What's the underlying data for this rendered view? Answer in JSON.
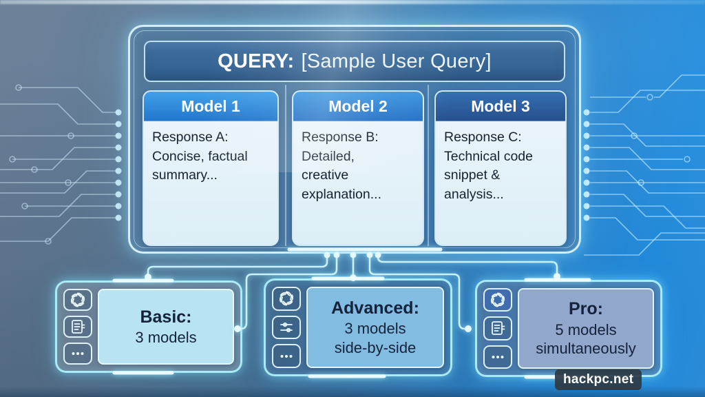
{
  "query": {
    "label": "QUERY:",
    "value": "[Sample User Query]"
  },
  "models": [
    {
      "name": "Model 1",
      "response": "Response A:\nConcise, factual\nsummary..."
    },
    {
      "name": "Model 2",
      "response": "Response B:\nDetailed,\ncreative\nexplanation..."
    },
    {
      "name": "Model 3",
      "response": "Response C:\nTechnical code\nsnippet &\nanalysis..."
    }
  ],
  "tiers": [
    {
      "title": "Basic:",
      "body": "3 models",
      "icons": [
        "openai-logo",
        "document",
        "ellipsis"
      ]
    },
    {
      "title": "Advanced:",
      "body": "3 models\nside-by-side",
      "icons": [
        "openai-logo",
        "sliders",
        "ellipsis"
      ]
    },
    {
      "title": "Pro:",
      "body": "5 models\nsimultaneously",
      "icons": [
        "openai-logo",
        "document",
        "ellipsis"
      ]
    }
  ],
  "watermark": {
    "text": "hackpc.net"
  },
  "colors": {
    "background_left": "#68809a",
    "background_right": "#1e84d6",
    "neon_border": "#aeeffc",
    "model_header_blue_1": "#2f86d8",
    "model_header_blue_2": "#2b79cb",
    "model_header_blue_3": "#2c67aa",
    "card_body_bg": "#e4f1f8",
    "basic_panel_bg": "#b7e3f3",
    "advanced_panel_bg": "#82bce1",
    "pro_panel_bg": "#91a8cc",
    "watermark_bg": "#2c3a44",
    "circuit_line": "#cfe9f8"
  }
}
